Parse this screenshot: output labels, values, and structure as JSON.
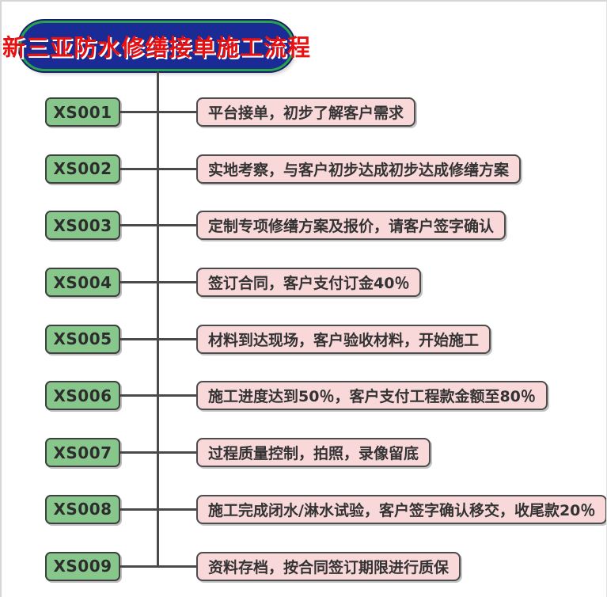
{
  "title": {
    "text": "新三亚防水修缮接单施工流程"
  },
  "colors": {
    "page_bg": "#ffffff",
    "frame": "#d6d6d6",
    "title_bg": "#1b2b96",
    "title_border": "#2aa34f",
    "title_color": "#e81010",
    "connector_line": "#4a4a4a",
    "node_green": "#87c78b",
    "node_pink": "#f9d8da"
  },
  "steps": [
    {
      "code": "XS001",
      "label": "平台接单，初步了解客户需求"
    },
    {
      "code": "XS002",
      "label": "实地考察，与客户初步达成初步达成修缮方案"
    },
    {
      "code": "XS003",
      "label": "定制专项修缮方案及报价，请客户签字确认"
    },
    {
      "code": "XS004",
      "label": "签订合同，客户支付订金40％"
    },
    {
      "code": "XS005",
      "label": "材料到达现场，客户验收材料，开始施工"
    },
    {
      "code": "XS006",
      "label": "施工进度达到50％，客户支付工程款金额至80％"
    },
    {
      "code": "XS007",
      "label": "过程质量控制，拍照，录像留底"
    },
    {
      "code": "XS008",
      "label": "施工完成闭水/淋水试验，客户签字确认移交，收尾款20％"
    },
    {
      "code": "XS009",
      "label": "资料存档，按合同签订期限进行质保"
    }
  ]
}
